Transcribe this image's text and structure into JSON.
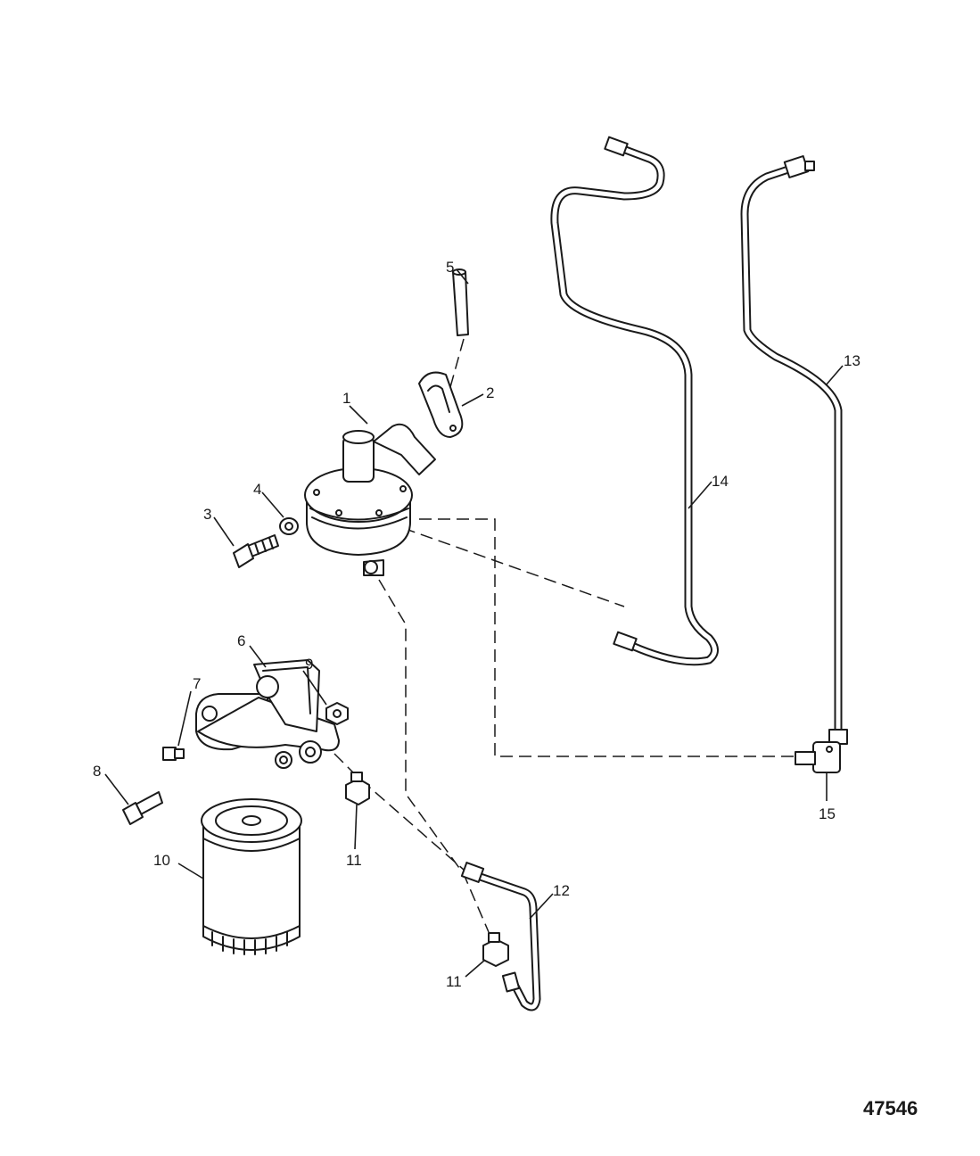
{
  "callouts": {
    "c1": "1",
    "c2": "2",
    "c3": "3",
    "c4": "4",
    "c5": "5",
    "c6": "6",
    "c7": "7",
    "c8": "8",
    "c9": "9",
    "c10": "10",
    "c11a": "11",
    "c11b": "11",
    "c12": "12",
    "c13": "13",
    "c14": "14",
    "c15": "15"
  },
  "figure_number": "47546"
}
